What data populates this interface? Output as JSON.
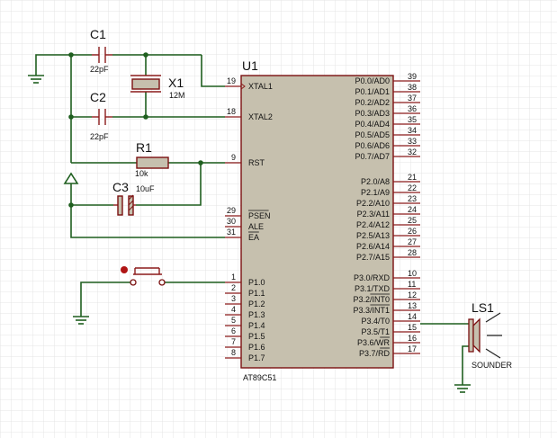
{
  "chip": {
    "ref": "U1",
    "part": "AT89C51",
    "left_pins": [
      {
        "num": "19",
        "name": "XTAL1"
      },
      {
        "num": "18",
        "name": "XTAL2"
      },
      {
        "num": "9",
        "name": "RST"
      },
      {
        "num": "29",
        "name": "PSEN"
      },
      {
        "num": "30",
        "name": "ALE"
      },
      {
        "num": "31",
        "name": "EA"
      },
      {
        "num": "1",
        "name": "P1.0"
      },
      {
        "num": "2",
        "name": "P1.1"
      },
      {
        "num": "3",
        "name": "P1.2"
      },
      {
        "num": "4",
        "name": "P1.3"
      },
      {
        "num": "5",
        "name": "P1.4"
      },
      {
        "num": "6",
        "name": "P1.5"
      },
      {
        "num": "7",
        "name": "P1.6"
      },
      {
        "num": "8",
        "name": "P1.7"
      }
    ],
    "right_pins": [
      {
        "num": "39",
        "name": "P0.0/AD0"
      },
      {
        "num": "38",
        "name": "P0.1/AD1"
      },
      {
        "num": "37",
        "name": "P0.2/AD2"
      },
      {
        "num": "36",
        "name": "P0.3/AD3"
      },
      {
        "num": "35",
        "name": "P0.4/AD4"
      },
      {
        "num": "34",
        "name": "P0.5/AD5"
      },
      {
        "num": "33",
        "name": "P0.6/AD6"
      },
      {
        "num": "32",
        "name": "P0.7/AD7"
      },
      {
        "num": "21",
        "name": "P2.0/A8"
      },
      {
        "num": "22",
        "name": "P2.1/A9"
      },
      {
        "num": "23",
        "name": "P2.2/A10"
      },
      {
        "num": "24",
        "name": "P2.3/A11"
      },
      {
        "num": "25",
        "name": "P2.4/A12"
      },
      {
        "num": "26",
        "name": "P2.5/A13"
      },
      {
        "num": "27",
        "name": "P2.6/A14"
      },
      {
        "num": "28",
        "name": "P2.7/A15"
      },
      {
        "num": "10",
        "name": "P3.0/RXD"
      },
      {
        "num": "11",
        "name": "P3.1/TXD"
      },
      {
        "num": "12",
        "name": "P3.2/INT0"
      },
      {
        "num": "13",
        "name": "P3.3/INT1"
      },
      {
        "num": "14",
        "name": "P3.4/T0"
      },
      {
        "num": "15",
        "name": "P3.5/T1"
      },
      {
        "num": "16",
        "name": "P3.6/WR"
      },
      {
        "num": "17",
        "name": "P3.7/RD"
      }
    ]
  },
  "components": {
    "c1": {
      "ref": "C1",
      "value": "22pF"
    },
    "c2": {
      "ref": "C2",
      "value": "22pF"
    },
    "x1": {
      "ref": "X1",
      "value": "12M"
    },
    "r1": {
      "ref": "R1",
      "value": "10k"
    },
    "c3": {
      "ref": "C3",
      "value": "10uF"
    },
    "ls1": {
      "ref": "LS1",
      "value": "SOUNDER"
    }
  },
  "colors": {
    "wire": "#1f5f1f",
    "part_outline": "#8b1a1a",
    "chip_body": "#c6c0ae",
    "grid": "#e2e2e2"
  }
}
